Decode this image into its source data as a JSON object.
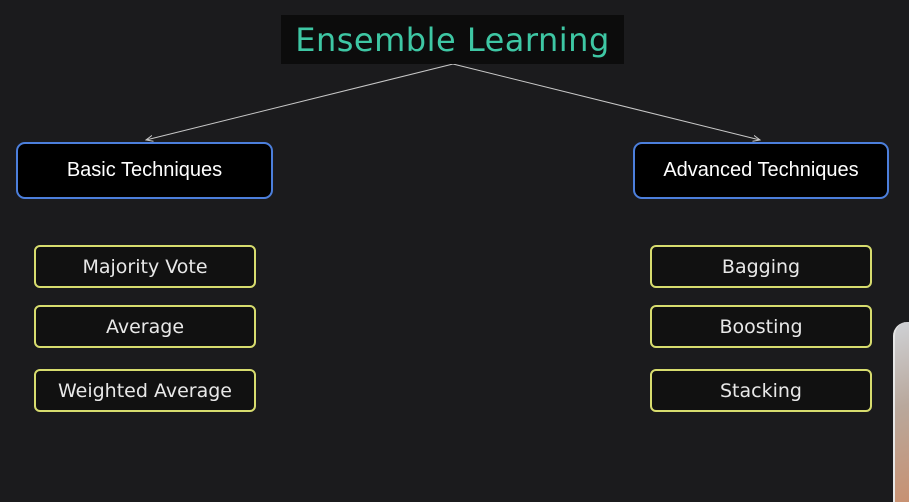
{
  "title": "Ensemble Learning",
  "categories": [
    {
      "label": "Basic Techniques",
      "items": [
        "Majority Vote",
        "Average",
        "Weighted Average"
      ]
    },
    {
      "label": "Advanced Techniques",
      "items": [
        "Bagging",
        "Boosting",
        "Stacking"
      ]
    }
  ],
  "colors": {
    "background": "#1b1b1d",
    "title_text": "#3ec7a4",
    "category_border": "#4c7fdc",
    "item_border": "#d7dc6e",
    "connector": "#c8c8c8"
  }
}
